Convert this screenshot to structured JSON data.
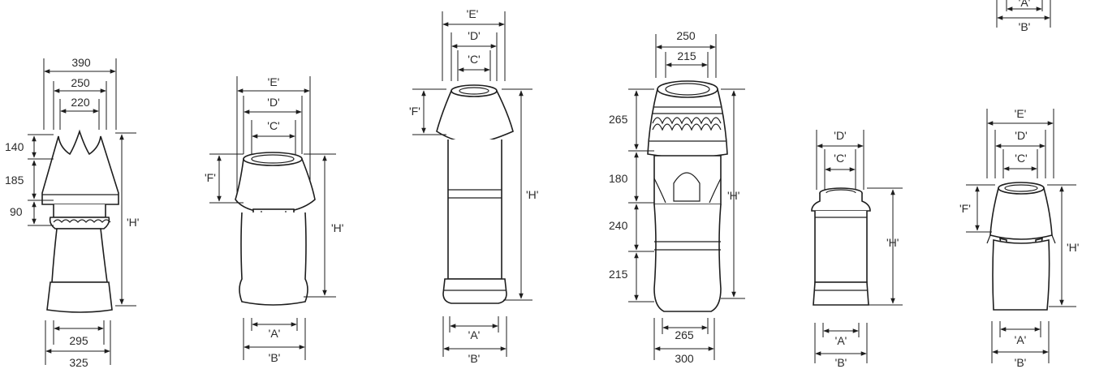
{
  "pots": [
    {
      "id": "pot-1",
      "top_labels": [
        "390",
        "250",
        "220"
      ],
      "left_labels": [
        "140",
        "185",
        "90"
      ],
      "height_label": "'H'",
      "bottom_labels": [
        "295",
        "325"
      ]
    },
    {
      "id": "pot-2",
      "top_labels": [
        "'E'",
        "'D'",
        "'C'"
      ],
      "side_label": "'F'",
      "height_label": "'H'",
      "bottom_labels": [
        "'A'",
        "'B'"
      ]
    },
    {
      "id": "pot-3",
      "top_labels": [
        "'E'",
        "'D'",
        "'C'"
      ],
      "side_label": "'F'",
      "height_label": "'H'",
      "bottom_labels": [
        "'A'",
        "'B'"
      ]
    },
    {
      "id": "pot-4",
      "top_labels": [
        "250",
        "215"
      ],
      "left_labels": [
        "265",
        "180",
        "240",
        "215"
      ],
      "height_label": "'H'",
      "bottom_labels": [
        "265",
        "300"
      ]
    },
    {
      "id": "pot-5",
      "top_labels": [
        "'D'",
        "'C'"
      ],
      "height_label": "'H'",
      "bottom_labels": [
        "'A'",
        "'B'"
      ]
    },
    {
      "id": "pot-6",
      "top_labels": [
        "'E'",
        "'D'",
        "'C'"
      ],
      "side_label": "'F'",
      "height_label": "'H'",
      "bottom_labels": [
        "'A'",
        "'B'"
      ]
    }
  ],
  "corner_labels": [
    "'A'",
    "'B'"
  ]
}
